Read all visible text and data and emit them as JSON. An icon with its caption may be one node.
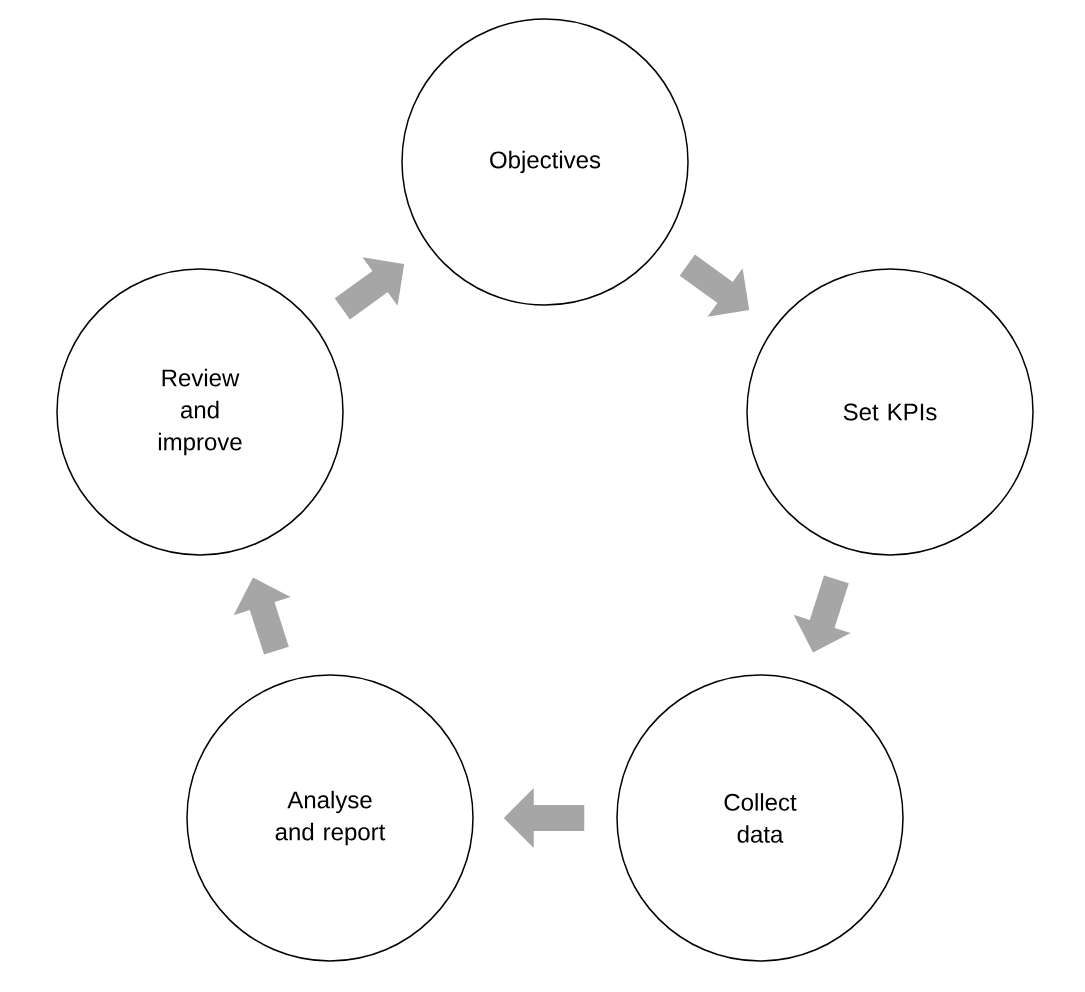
{
  "diagram": {
    "nodes": [
      {
        "text": [
          "Objectives"
        ]
      },
      {
        "text": [
          "Set KPIs"
        ]
      },
      {
        "text": [
          "Collect data"
        ]
      },
      {
        "text": [
          "Analyse and report"
        ]
      },
      {
        "text": [
          "Review and improve"
        ]
      }
    ],
    "edges": [
      {
        "from": 0,
        "to": 1,
        "arrow": "to"
      },
      {
        "from": 1,
        "to": 2,
        "arrow": "to"
      },
      {
        "from": 2,
        "to": 3,
        "arrow": "to"
      },
      {
        "from": 3,
        "to": 4,
        "arrow": "to"
      },
      {
        "from": 4,
        "to": 0,
        "arrow": "to"
      }
    ]
  }
}
